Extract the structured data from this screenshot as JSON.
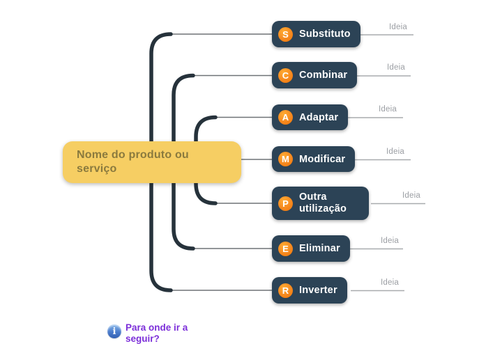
{
  "central": {
    "label": "Nome do produto ou serviço",
    "bg_color": "#F6CE63",
    "text_color": "#8A7A3E"
  },
  "topics": [
    {
      "letter": "S",
      "label": "Substituto",
      "idea_label": "Ideia"
    },
    {
      "letter": "C",
      "label": "Combinar",
      "idea_label": "Ideia"
    },
    {
      "letter": "A",
      "label": "Adaptar",
      "idea_label": "Ideia"
    },
    {
      "letter": "M",
      "label": "Modificar",
      "idea_label": "Ideia"
    },
    {
      "letter": "P",
      "label": "Outra utilização",
      "idea_label": "Ideia"
    },
    {
      "letter": "E",
      "label": "Eliminar",
      "idea_label": "Ideia"
    },
    {
      "letter": "R",
      "label": "Inverter",
      "idea_label": "Ideia"
    }
  ],
  "hint": {
    "icon": "info-icon",
    "text": "Para onde ir a seguir?"
  },
  "colors": {
    "topic_bg": "#2C4356",
    "topic_text": "#FFFFFF",
    "badge_orange": "#F6891F",
    "central_yellow": "#F6CE63",
    "branch_dark": "#26323B",
    "connector_gray": "#6E7276",
    "idea_line_gray": "#A8ABAE",
    "idea_text_gray": "#9B9EA3",
    "hint_purple": "#7C2FD9",
    "info_blue": "#4A7BCB"
  }
}
